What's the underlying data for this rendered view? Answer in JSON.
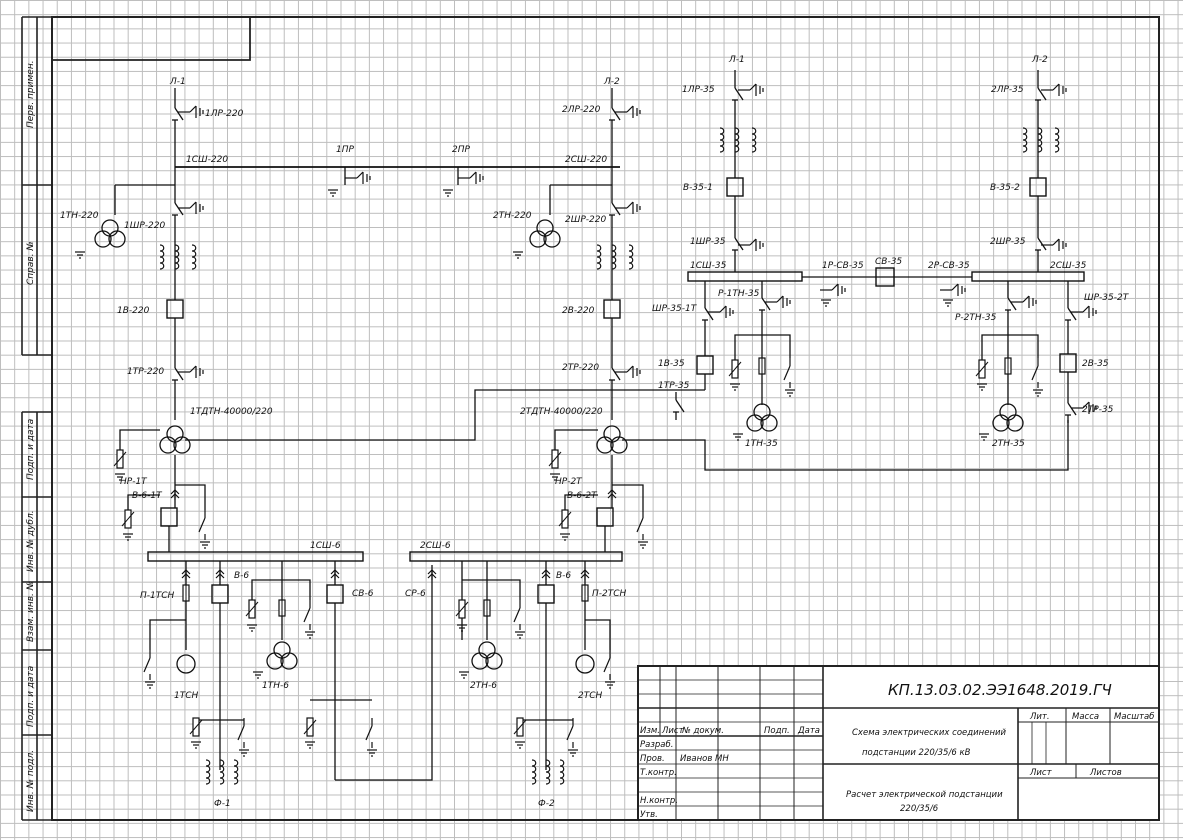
{
  "side_stamps": [
    "Перв. примен.",
    "Справ. №",
    "Подп. и дата",
    "Инв. № дубл.",
    "Взам. инв. №",
    "Подп. и дата",
    "Инв. № подл."
  ],
  "labels": {
    "l1_left": "Л-1",
    "pr1_220": "1ЛР-220",
    "bus1_220": "1СШ-220",
    "pr1": "1ПР",
    "pr2": "2ПР",
    "bus2_220": "2СШ-220",
    "l2_mid": "Л-2",
    "pr2_220": "2ЛР-220",
    "tn1_220": "1ТН-220",
    "shr1_220": "1ШР-220",
    "tn2_220": "2ТН-220",
    "shr2_220": "2ШР-220",
    "b1_220": "1В-220",
    "b2_220": "2В-220",
    "tr1_220": "1ТР-220",
    "tr2_220": "2ТР-220",
    "tdtn1": "1ТДТН-40000/220",
    "tdtn2": "2ТДТН-40000/220",
    "hp1": "НР-1Т",
    "hp2": "НР-2Т",
    "b6_1t": "В-6-1Т",
    "b6_2t": "В-6-2Т",
    "bus1_6": "1СШ-6",
    "bus2_6": "2СШ-6",
    "l1tsn": "П-1ТСН",
    "b6a": "В-6",
    "sv6": "СВ-6",
    "sr6": "СР-6",
    "b6b": "В-6",
    "l2tsn": "П-2ТСН",
    "tn1_6": "1ТН-6",
    "tn2_6": "2ТН-6",
    "tsn1": "1ТСН",
    "tsn2": "2ТСН",
    "f1": "Ф-1",
    "f2": "Ф-2",
    "l1_35": "Л-1",
    "lr1_35": "1ЛР-35",
    "b35_1": "В-35-1",
    "shr1_35": "1ШР-35",
    "bus1_35": "1СШ-35",
    "r_1tn35": "Р-1ТН-35",
    "shr35_1t": "ШР-35-1Т",
    "b1_35": "1В-35",
    "tr1_35": "1ТР-35",
    "tn1_35": "1ТН-35",
    "r_sv35": "1Р-СВ-35",
    "sv35": "СВ-35",
    "r2_sv35": "2Р-СВ-35",
    "l2_35": "Л-2",
    "lr2_35": "2ЛР-35",
    "b35_2": "В-35-2",
    "shr2_35": "2ШР-35",
    "bus2_35": "2СШ-35",
    "shr35_2t": "ШР-35-2Т",
    "r_2tn35": "Р-2ТН-35",
    "b2_35": "2В-35",
    "tr2_35": "2ТР-35",
    "tn2_35": "2ТН-35"
  },
  "title_block": {
    "doc_code": "КП.13.03.02.ЭЭ1648.2019.ГЧ",
    "hdr_izm": "Изм.",
    "hdr_list": "Лист",
    "hdr_docnum": "№ докум.",
    "hdr_podp": "Подп.",
    "hdr_data": "Дата",
    "razrab": "Разраб.",
    "prov": "Пров.",
    "prov_name": "Иванов МН",
    "tkontr": "Т.контр.",
    "nkontr": "Н.контр.",
    "utv": "Утв.",
    "title_line1": "Схема электрических соединений",
    "title_line2": "подстанции 220/35/6 кВ",
    "subtitle_line1": "Расчет электрической подстанции",
    "subtitle_line2": "220/35/6",
    "lit": "Лит.",
    "massa": "Масса",
    "masshtab": "Масштаб",
    "list": "Лист",
    "listov": "Листов"
  }
}
